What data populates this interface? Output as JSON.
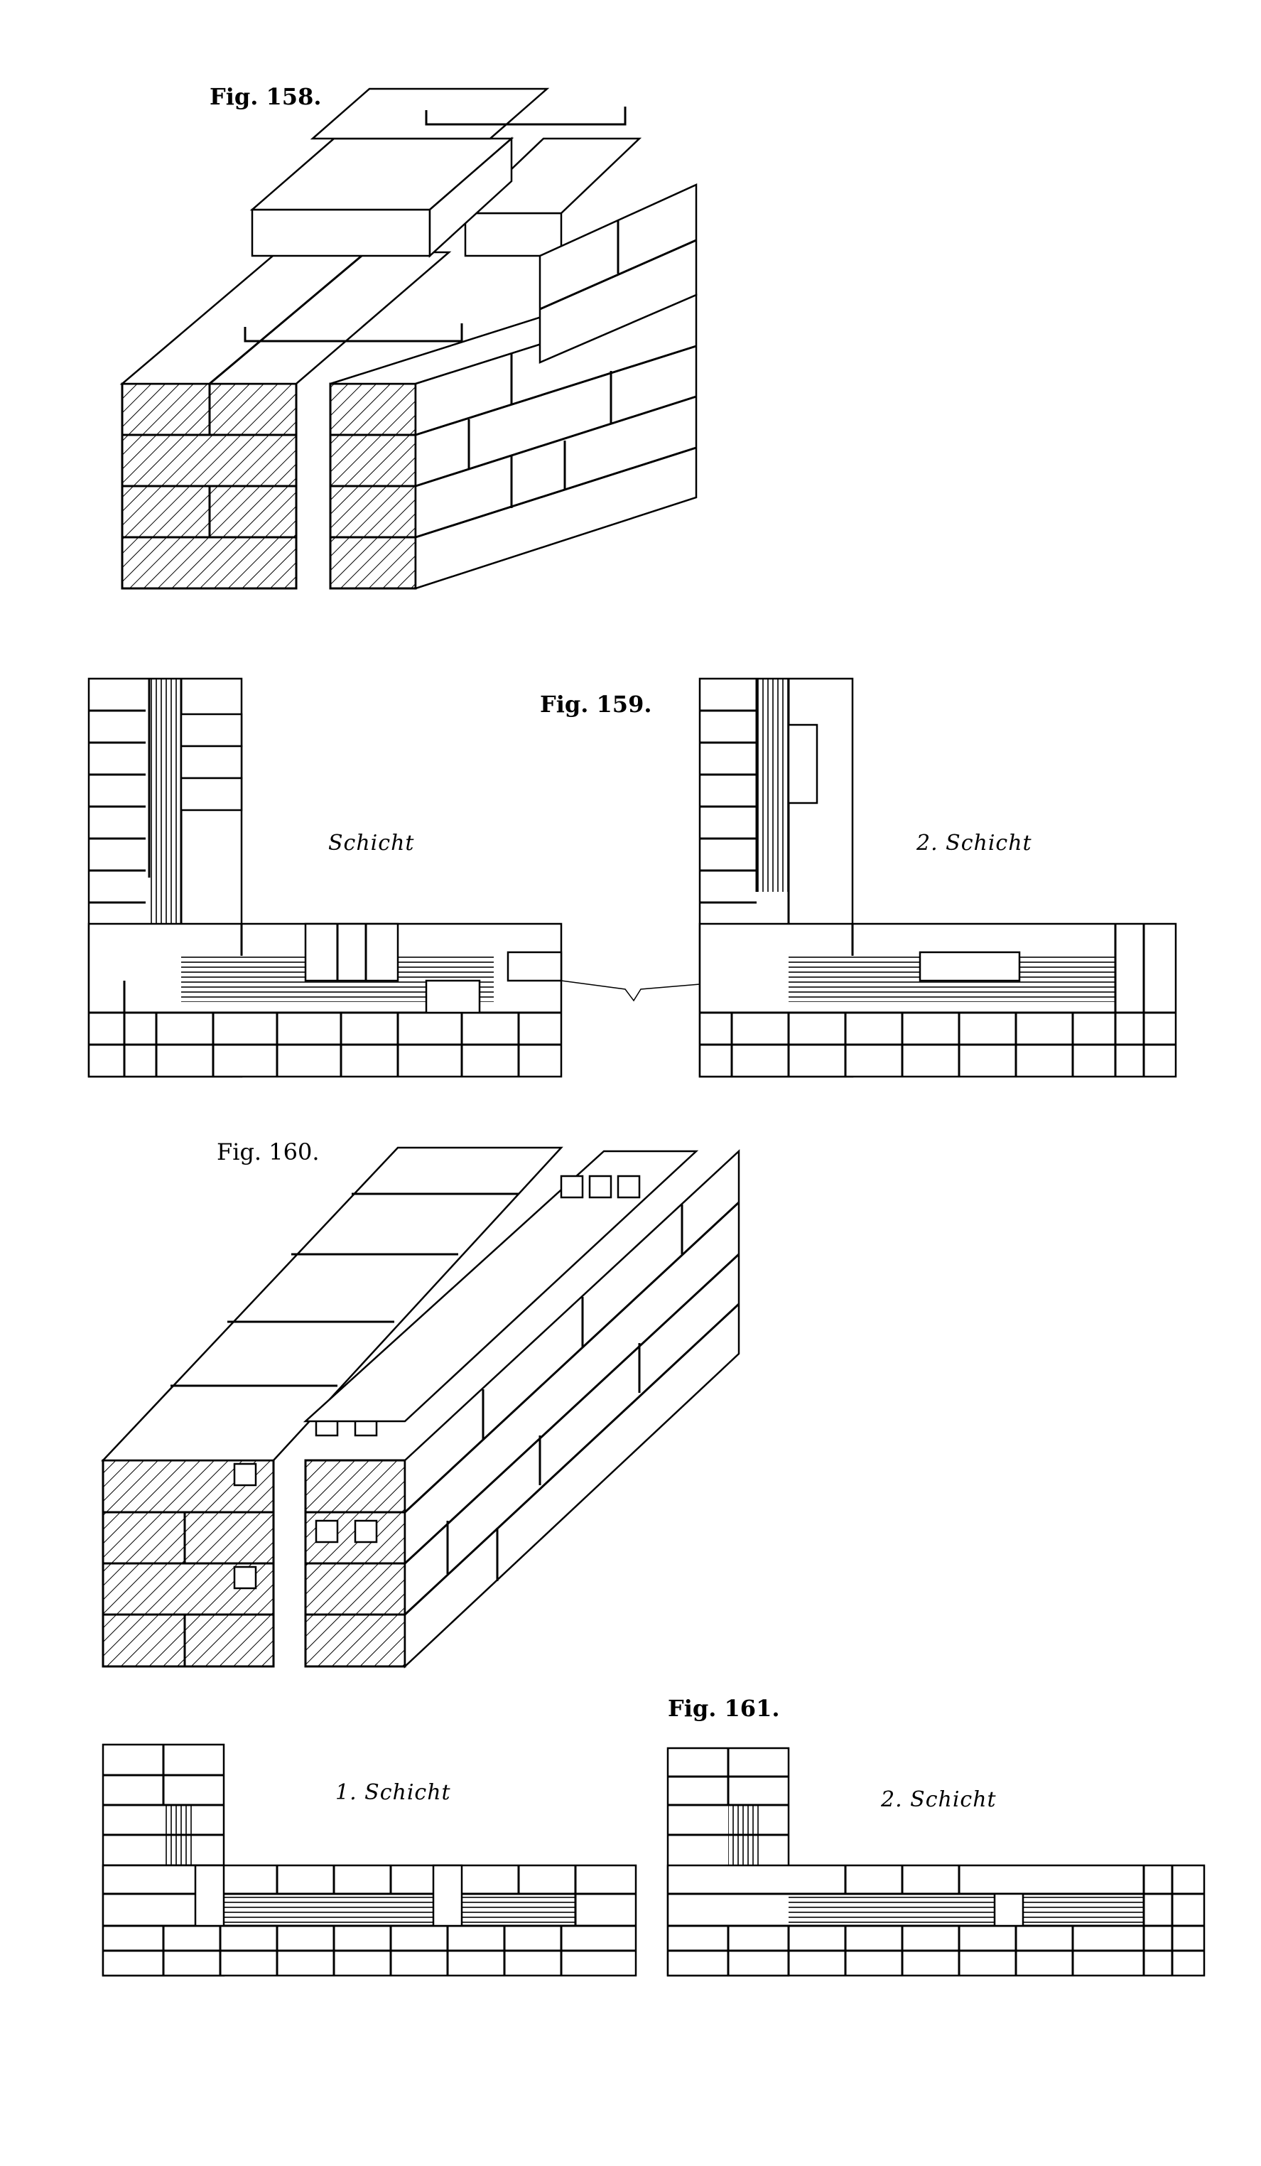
{
  "figures": {
    "fig158": {
      "label": "Fig. 158."
    },
    "fig159": {
      "label": "Fig. 159.",
      "left_caption": "Schicht",
      "right_caption": "2. Schicht"
    },
    "fig160": {
      "label": "Fig. 160."
    },
    "fig161": {
      "label": "Fig. 161.",
      "left_caption": "1. Schicht",
      "right_caption": "2. Schicht"
    }
  }
}
